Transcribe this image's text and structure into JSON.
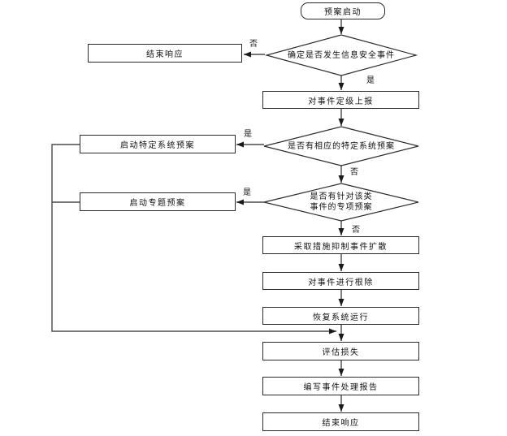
{
  "canvas": {
    "background": "#ffffff",
    "line_color": "#4a4a4a",
    "border_color": "#2b2b2b",
    "text_color": "#111111"
  },
  "nodes": {
    "start": {
      "label": "预案启动"
    },
    "end_top": {
      "label": "结束响应"
    },
    "d1": {
      "label": "确定是否发生信息安全事件"
    },
    "classify": {
      "label": "对事件定级上报"
    },
    "d2": {
      "label": "是否有相应的特定系统预案"
    },
    "launch_specific": {
      "label": "启动特定系统预案"
    },
    "d3": {
      "line1": "是否有针对该类",
      "line2": "事件的专项预案"
    },
    "launch_special": {
      "label": "启动专题预案"
    },
    "contain": {
      "label": "采取措施抑制事件扩散"
    },
    "eradicate": {
      "label": "对事件进行根除"
    },
    "restore": {
      "label": "恢复系统运行"
    },
    "assess": {
      "label": "评估损失"
    },
    "report": {
      "label": "编写事件处理报告"
    },
    "end_bottom": {
      "label": "结束响应"
    }
  },
  "edge_labels": {
    "d1_no": "否",
    "d1_yes": "是",
    "d2_yes": "是",
    "d2_no": "否",
    "d3_yes": "是",
    "d3_no": "否"
  }
}
